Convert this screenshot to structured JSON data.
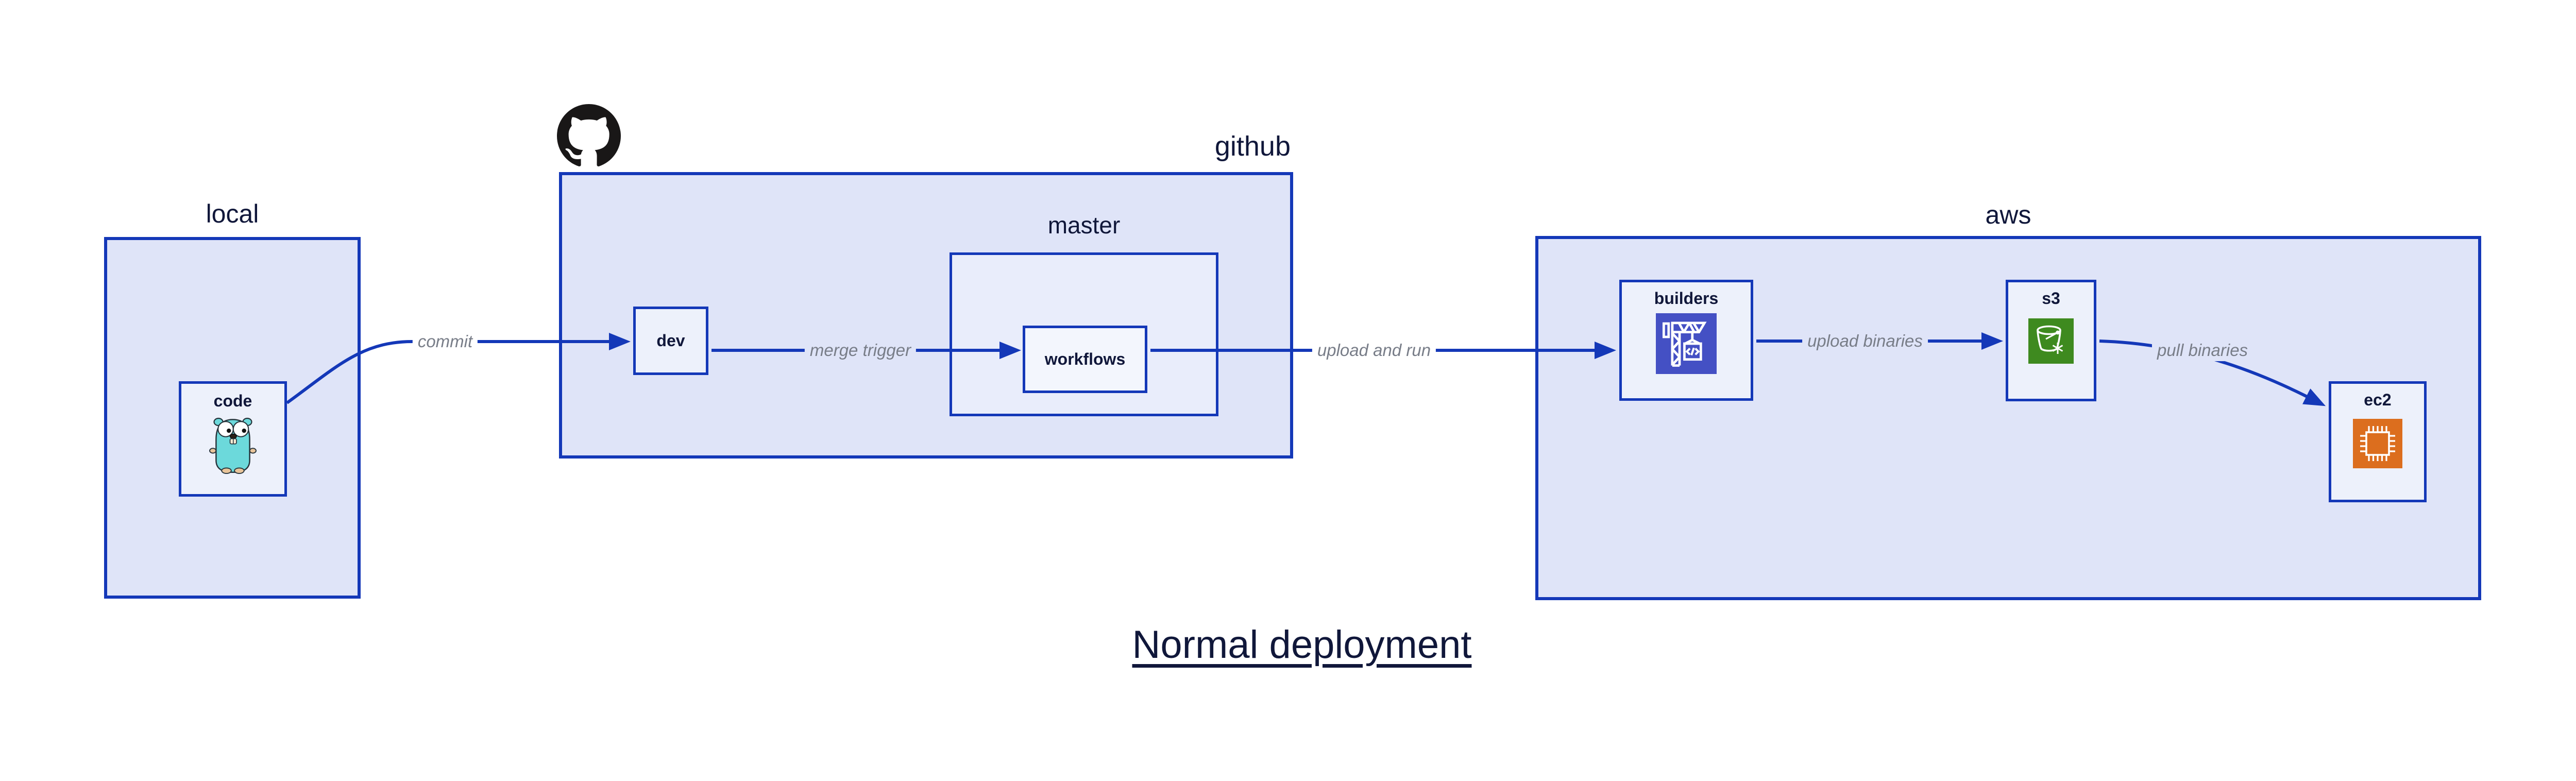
{
  "title": {
    "text": "Normal deployment"
  },
  "groups": {
    "local": {
      "label": "local"
    },
    "github": {
      "label": "github"
    },
    "master": {
      "label": "master"
    },
    "aws": {
      "label": "aws"
    }
  },
  "nodes": {
    "code": {
      "label": "code",
      "icon": "go-gopher-icon"
    },
    "dev": {
      "label": "dev"
    },
    "workflows": {
      "label": "workflows"
    },
    "builders": {
      "label": "builders",
      "icon": "aws-codebuild-icon"
    },
    "s3": {
      "label": "s3",
      "icon": "aws-s3-bucket-icon"
    },
    "ec2": {
      "label": "ec2",
      "icon": "aws-ec2-chip-icon"
    }
  },
  "edges": [
    {
      "from": "code",
      "to": "dev",
      "label": "commit"
    },
    {
      "from": "dev",
      "to": "workflows",
      "label": "merge trigger"
    },
    {
      "from": "workflows",
      "to": "builders",
      "label": "upload and run"
    },
    {
      "from": "builders",
      "to": "s3",
      "label": "upload binaries"
    },
    {
      "from": "s3",
      "to": "ec2",
      "label": "pull binaries"
    }
  ],
  "logo": {
    "name": "github-octocat-mark"
  },
  "colors": {
    "border_blue": "#1438b8",
    "fill_group": "#dfe4f8",
    "fill_master": "#e9edfb",
    "fill_node": "#edf1fb",
    "fill_workflows": "#f3f6fd",
    "label_navy": "#10173a",
    "edge_label_gray": "#787d88",
    "codebuild_indigo": "#4450c4",
    "s3_green": "#3e8a1f",
    "ec2_orange": "#dc6e1e",
    "gopher_teal": "#6cd9db",
    "octocat_black": "#191717",
    "canvas_white": "#ffffff"
  }
}
